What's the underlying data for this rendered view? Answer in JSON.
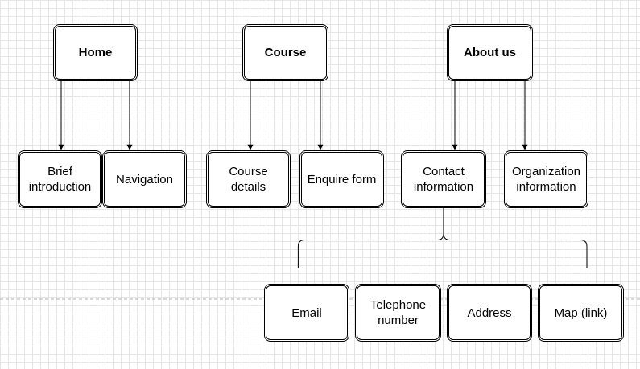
{
  "diagram": {
    "top_pages": [
      {
        "id": "home",
        "label": "Home"
      },
      {
        "id": "course",
        "label": "Course"
      },
      {
        "id": "about",
        "label": "About us"
      }
    ],
    "sub_pages": [
      {
        "id": "brief",
        "label": "Brief\nintroduction"
      },
      {
        "id": "navigation",
        "label": "Navigation"
      },
      {
        "id": "course-details",
        "label": "Course\ndetails"
      },
      {
        "id": "enquire",
        "label": "Enquire form"
      },
      {
        "id": "contact",
        "label": "Contact\ninformation"
      },
      {
        "id": "organization",
        "label": "Organization\ninformation"
      }
    ],
    "contact_items": [
      {
        "id": "email",
        "label": "Email"
      },
      {
        "id": "telephone",
        "label": "Telephone\nnumber"
      },
      {
        "id": "address",
        "label": "Address"
      },
      {
        "id": "map",
        "label": "Map  (link)"
      }
    ],
    "connections": [
      {
        "from": "home",
        "to": "brief"
      },
      {
        "from": "home",
        "to": "navigation"
      },
      {
        "from": "course",
        "to": "course-details"
      },
      {
        "from": "course",
        "to": "enquire"
      },
      {
        "from": "about",
        "to": "contact"
      },
      {
        "from": "about",
        "to": "organization"
      },
      {
        "from": "contact",
        "to": [
          "email",
          "telephone",
          "address",
          "map"
        ],
        "style": "curly-brace"
      }
    ],
    "colors": {
      "stroke": "#000000",
      "grid": "#e6e6e6",
      "background": "#ffffff",
      "dashed_guide": "#b0b0b0"
    }
  }
}
